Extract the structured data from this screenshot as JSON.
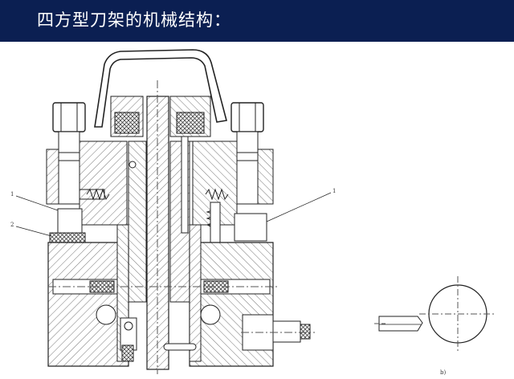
{
  "title": "四方型刀架的机械结构：",
  "labels": {
    "part_1_left": "1",
    "part_2_left": "2",
    "part_1_right": "1",
    "view_b": "b)"
  }
}
